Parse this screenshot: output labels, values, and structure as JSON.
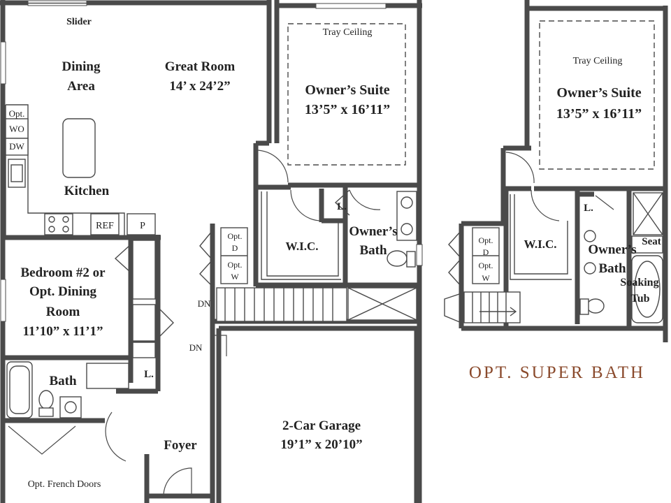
{
  "main_plan": {
    "slider": "Slider",
    "dining_area": [
      "Dining",
      "Area"
    ],
    "great_room": [
      "Great Room",
      "14’ x 24’2”"
    ],
    "owners_suite": [
      "Tray Ceiling",
      "Owner’s Suite",
      "13’5” x 16’11”"
    ],
    "wo": [
      "Opt.",
      "WO"
    ],
    "dw": "DW",
    "kitchen": "Kitchen",
    "ref": "REF",
    "pantry": "P",
    "wic": "W.I.C.",
    "linen": "L.",
    "owners_bath": [
      "Owner’s",
      "Bath"
    ],
    "washer_dryer": [
      "Opt.",
      "D",
      "Opt.",
      "W"
    ],
    "bedroom2": [
      "Bedroom #2 or",
      "Opt. Dining",
      "Room",
      "11’10” x 11’1”"
    ],
    "dn": [
      "DN",
      "DN"
    ],
    "bath": "Bath",
    "linen2": "L.",
    "garage": [
      "2-Car Garage",
      "19’1” x 20’10”"
    ],
    "foyer": "Foyer",
    "french_doors": "Opt. French Doors"
  },
  "super_bath": {
    "tray": "Tray Ceiling",
    "owners_suite": [
      "Owner’s Suite",
      "13’5” x 16’11”"
    ],
    "linen": "L.",
    "seat": "Seat",
    "wic": "W.I.C.",
    "owners_bath": [
      "Owner’s",
      "Bath"
    ],
    "soaking_tub": [
      "Soaking",
      "Tub"
    ],
    "washer_dryer": [
      "Opt.",
      "D",
      "Opt.",
      "W"
    ],
    "title": "OPT. SUPER BATH"
  },
  "colors": {
    "wall": "#4a4a4a",
    "title": "#8a4a2c"
  }
}
